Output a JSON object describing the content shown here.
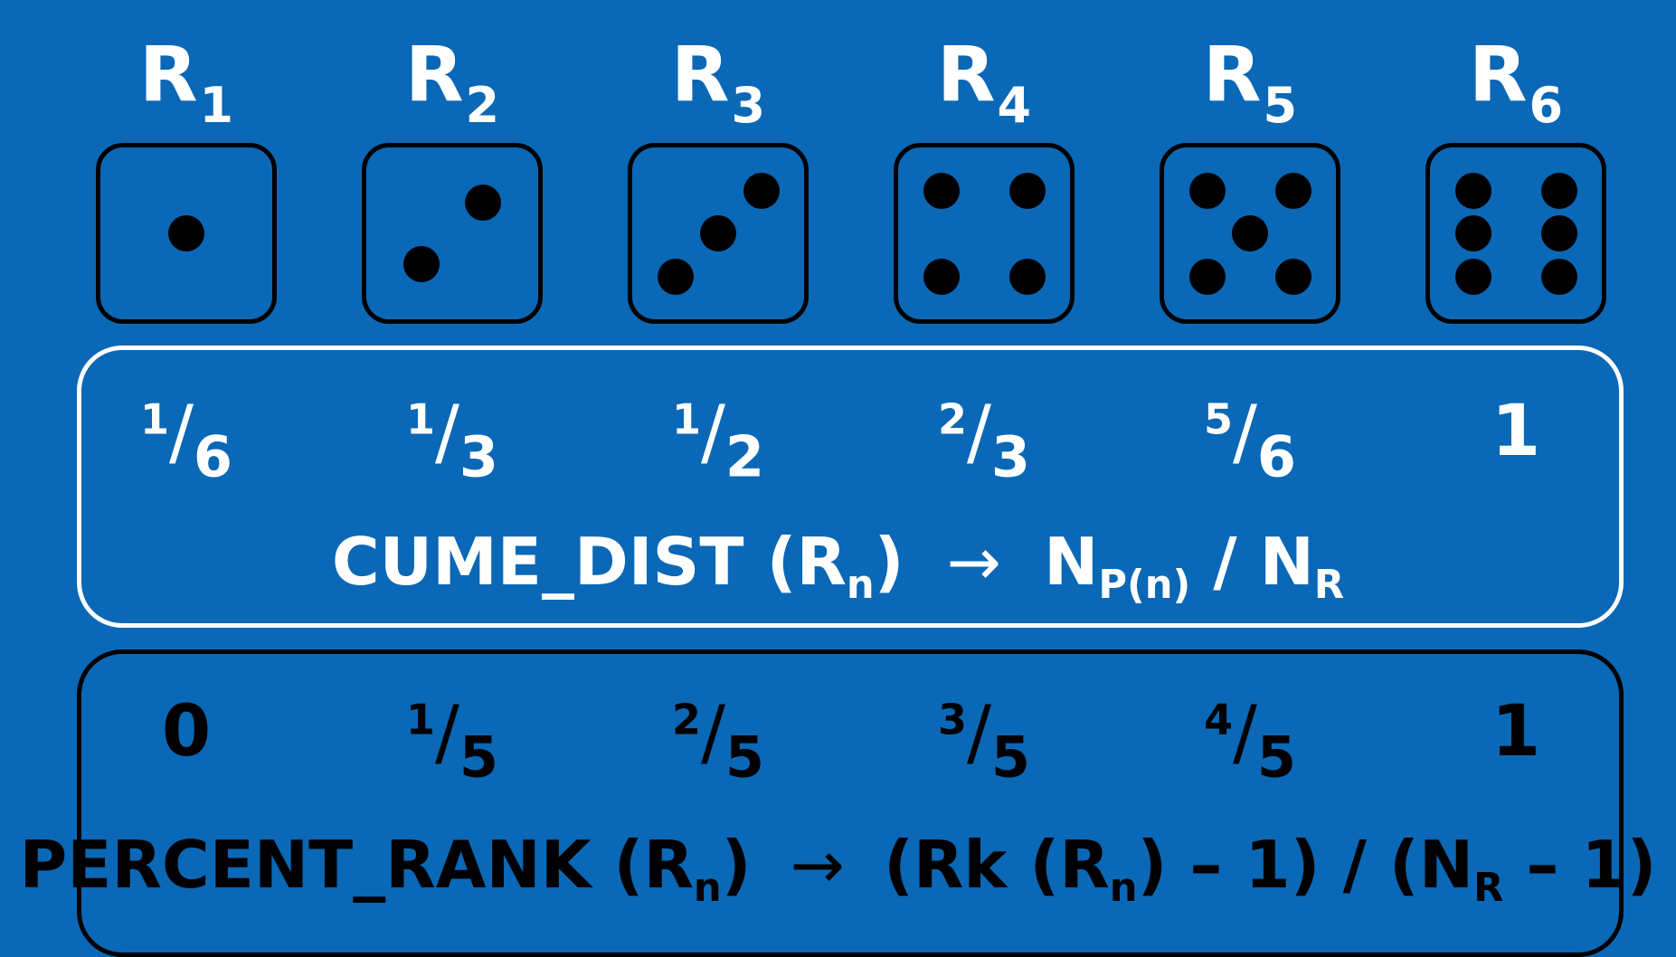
{
  "rows": [
    {
      "label": "R",
      "sub": "1",
      "pips": 1
    },
    {
      "label": "R",
      "sub": "2",
      "pips": 2
    },
    {
      "label": "R",
      "sub": "3",
      "pips": 3
    },
    {
      "label": "R",
      "sub": "4",
      "pips": 4
    },
    {
      "label": "R",
      "sub": "5",
      "pips": 5
    },
    {
      "label": "R",
      "sub": "6",
      "pips": 6
    }
  ],
  "cume_dist": {
    "values": [
      {
        "num": "1",
        "den": "6"
      },
      {
        "num": "1",
        "den": "3"
      },
      {
        "num": "1",
        "den": "2"
      },
      {
        "num": "2",
        "den": "3"
      },
      {
        "num": "5",
        "den": "6"
      },
      {
        "whole": "1"
      }
    ],
    "formula": {
      "name": "CUME_DIST (R",
      "name_sub": "n",
      "close": ")",
      "arrow": "→",
      "lhs": "N",
      "lhs_sub": "P(n)",
      "slash": " / N",
      "rhs_sub": "R"
    }
  },
  "percent_rank": {
    "values": [
      {
        "whole": "0"
      },
      {
        "num": "1",
        "den": "5"
      },
      {
        "num": "2",
        "den": "5"
      },
      {
        "num": "3",
        "den": "5"
      },
      {
        "num": "4",
        "den": "5"
      },
      {
        "whole": "1"
      }
    ],
    "formula": {
      "name": "PERCENT_RANK (R",
      "name_sub": "n",
      "close": ")",
      "arrow": "→",
      "part1": "(Rk (R",
      "part1_sub": "n",
      "part2": ") – 1) / (N",
      "part2_sub": "R",
      "part3": " – 1)"
    }
  },
  "colors": {
    "background": "#0a68b6",
    "pip": "#000000",
    "white": "#ffffff"
  }
}
